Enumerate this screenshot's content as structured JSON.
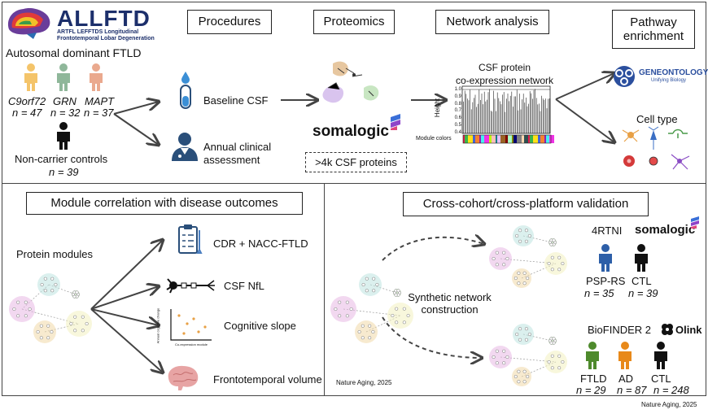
{
  "logo": {
    "name": "ALLFTD",
    "sub1": "ARTFL LEFFTDS Longitudinal",
    "sub2": "Frontotemporal Lobar Degeneration"
  },
  "top": {
    "autosomal": "Autosomal dominant FTLD",
    "carriers": [
      {
        "gene": "C9orf72",
        "n": "n = 47",
        "color": "#f4c46a"
      },
      {
        "gene": "GRN",
        "n": "n = 32",
        "color": "#8fb79a"
      },
      {
        "gene": "MAPT",
        "n": "n = 37",
        "color": "#eaa98e"
      }
    ],
    "controls_label": "Non-carrier controls",
    "controls_n": "n = 39",
    "procedures": "Procedures",
    "baseline_csf": "Baseline CSF",
    "annual_1": "Annual clinical",
    "annual_2": "assessment",
    "proteomics": "Proteomics",
    "somalogic": "somalogic",
    "proteins": ">4k CSF proteins",
    "network_analysis": "Network analysis",
    "network_title_1": "CSF protein",
    "network_title_2": "co-expression network",
    "height_label": "Height",
    "module_colors": "Module colors",
    "y_ticks": [
      "1.0",
      "0.9",
      "0.8",
      "0.7",
      "0.6",
      "0.5",
      "0.4"
    ],
    "pathway_1": "Pathway",
    "pathway_2": "enrichment",
    "geneontology": "GENEONTOLOGY",
    "geneontology_sub": "Unifying Biology",
    "cell_type": "Cell type"
  },
  "bottom_left": {
    "title": "Module correlation with disease outcomes",
    "protein_modules": "Protein modules",
    "outcomes": [
      "CDR + NACC-FTLD",
      "CSF NfL",
      "Cognitive slope",
      "Frontotemporal volume"
    ],
    "plot_ylabel": "Annual cognitive change",
    "plot_xlabel": "Co-expression module"
  },
  "bottom_right": {
    "title": "Cross-cohort/cross-platform validation",
    "synthetic_1": "Synthetic network",
    "synthetic_2": "construction",
    "cohort1": "4RTNI",
    "cohort1_platform": "somalogic",
    "cohort1_groups": [
      {
        "label": "PSP-RS",
        "n": "n = 35",
        "color": "#2d5fa8"
      },
      {
        "label": "CTL",
        "n": "n = 39",
        "color": "#111111"
      }
    ],
    "cohort2": "BioFINDER 2",
    "cohort2_platform": "Olink",
    "cohort2_groups": [
      {
        "label": "FTLD",
        "n": "n = 29",
        "color": "#4e8a2c"
      },
      {
        "label": "AD",
        "n": "n = 87",
        "color": "#e8891a"
      },
      {
        "label": "CTL",
        "n": "n = 248",
        "color": "#111111"
      }
    ],
    "citation_inner": "Nature Aging, 2025"
  },
  "citation_outer": "Nature Aging, 2025"
}
